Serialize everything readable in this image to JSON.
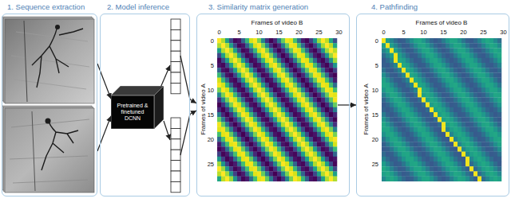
{
  "diagram": {
    "nodes": [
      {
        "text": [
          "1. Sequence extraction"
        ]
      },
      {
        "text": [
          "2. Model inference"
        ]
      },
      {
        "text": [
          "Pretrained & finetuned DCNN"
        ],
        "in": 1
      },
      {
        "text": [
          "3. Similarity matrix generation"
        ]
      },
      {
        "text": [
          "4. Pathfinding"
        ]
      }
    ],
    "edges": [
      {
        "from": 0,
        "to": 2,
        "arrow": "to"
      },
      {
        "from": 0,
        "to": 2,
        "arrow": "to"
      },
      {
        "from": 1,
        "to": 3,
        "arrow": "to"
      },
      {
        "from": 1,
        "to": 3,
        "arrow": "to"
      },
      {
        "from": 3,
        "to": 4,
        "arrow": "to"
      }
    ],
    "labels": [
      "Frames of video B",
      "0",
      "5",
      "10",
      "15",
      "20",
      "25",
      "30",
      "Frames of video A",
      "0",
      "5",
      "10",
      "15",
      "20",
      "25",
      "Frames of video B",
      "0",
      "5",
      "10",
      "15",
      "20",
      "25",
      "30",
      "Frames of video A",
      "0",
      "5",
      "10",
      "15",
      "20",
      "25"
    ]
  }
}
